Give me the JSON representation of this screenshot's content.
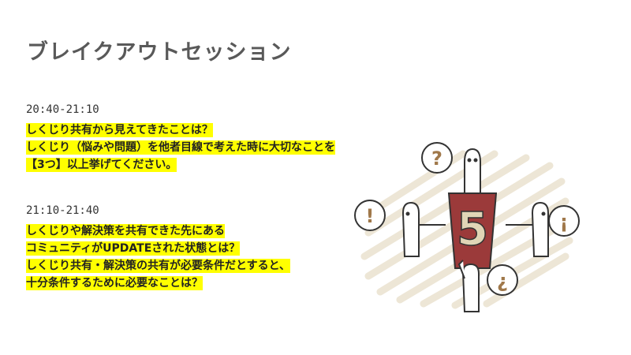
{
  "title": "ブレイクアウトセッション",
  "sections": [
    {
      "time": "20:40-21:10",
      "lines": [
        "しくじり共有から見えてきたことは？",
        "しくじり（悩みや問題）を他者目線で考えた時に大切なことを",
        "【3つ】以上挙げてください。"
      ]
    },
    {
      "time": "21:10-21:40",
      "lines": [
        "しくじりや解決策を共有できた先にある",
        "コミュニティがUPDATEされた状態とは？",
        "しくじり共有・解決策の共有が必要条件だとすると、",
        "十分条件するために必要なことは？"
      ]
    }
  ],
  "illustration": {
    "podium_label": "5",
    "bubbles": [
      "?",
      "!",
      "¡",
      "¿"
    ],
    "colors": {
      "podium": "#9b3a3a",
      "bubble_glyph": "#a0784a",
      "scribble": "#ede6d6"
    }
  }
}
